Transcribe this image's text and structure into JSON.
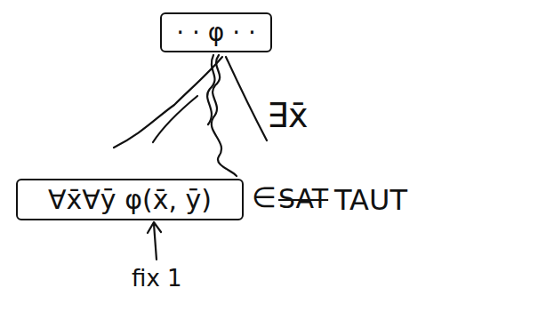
{
  "diagram": {
    "nodes": [
      {
        "text": [
          "· · φ · ·"
        ]
      },
      {
        "text": [
          "∀x̄∀ȳ φ(x̄, ȳ)"
        ]
      }
    ],
    "labels": [
      "∃x̄",
      "∈",
      "SAT",
      "TAUT",
      "fix 1"
    ]
  }
}
